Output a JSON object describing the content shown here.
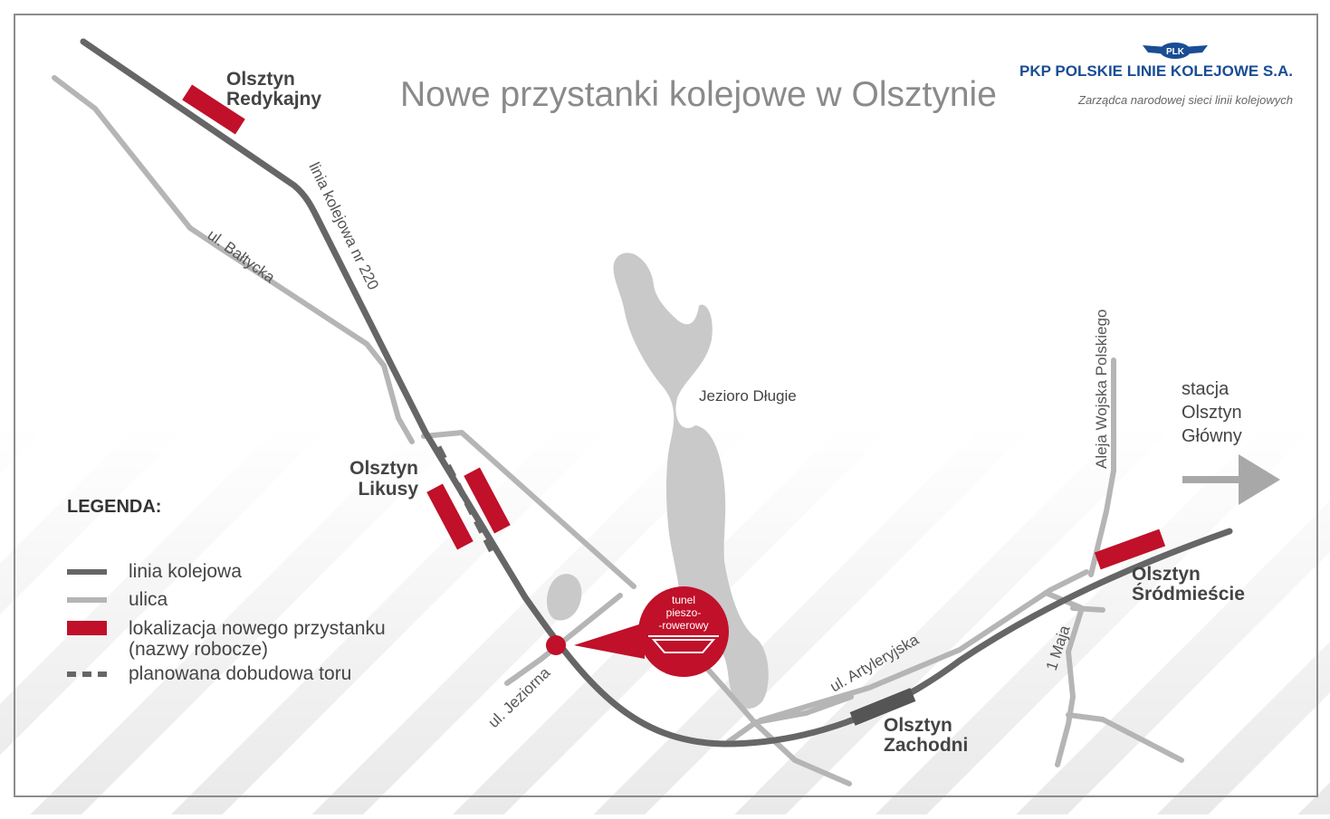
{
  "title": "Nowe przystanki kolejowe w Olsztynie",
  "logo": {
    "emblem_text": "PLK",
    "company": "PKP POLSKIE LINIE KOLEJOWE S.A.",
    "tagline": "Zarządca narodowej sieci linii kolejowych"
  },
  "stations": {
    "redykajny": [
      "Olsztyn",
      "Redykajny"
    ],
    "likusy": [
      "Olsztyn",
      "Likusy"
    ],
    "zachodni": [
      "Olsztyn",
      "Zachodni"
    ],
    "srodmiescie": [
      "Olsztyn",
      "Śródmieście"
    ]
  },
  "labels": {
    "railway_line": "linia kolejowa nr 220",
    "baltycka": "ul. Bałtycka",
    "jeziorna": "ul. Jeziorna",
    "artyleryjska": "ul. Artyleryjska",
    "aleja": "Aleja Wojska Polskiego",
    "maja": "1 Maja",
    "lake": "Jezioro Długie",
    "tunnel": [
      "tunel",
      "pieszo-",
      "-rowerowy"
    ],
    "main_station": [
      "stacja",
      "Olsztyn",
      "Główny"
    ]
  },
  "legend": {
    "heading": "LEGENDA:",
    "railway": "linia kolejowa",
    "street": "ulica",
    "new_stop": [
      "lokalizacja nowego przystanku",
      "(nazwy robocze)"
    ],
    "planned_track": "planowana dobudowa toru"
  },
  "colors": {
    "rail": "#666666",
    "street": "#b5b5b5",
    "new_stop": "#c0102a",
    "lake": "#c9c9c9",
    "logo_blue": "#1a4d94",
    "existing_stop": "#555555"
  }
}
